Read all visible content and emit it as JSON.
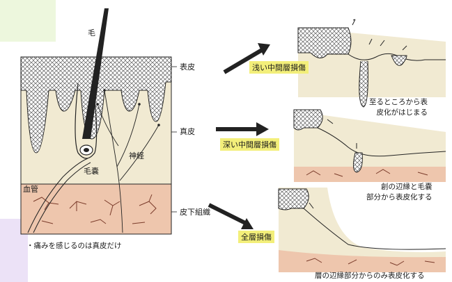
{
  "labels": {
    "hair": "毛",
    "epidermis": "表皮",
    "dermis": "真皮",
    "nerve": "神経",
    "follicle": "毛嚢",
    "vessel": "血管",
    "subcutis": "皮下組織"
  },
  "depths": {
    "shallow": "浅い中間層損傷",
    "deep": "深い中間層損傷",
    "full": "全層損傷"
  },
  "notes": {
    "shallow_1": "至るところから表",
    "shallow_2": "皮化がはじまる",
    "deep_1": "創の辺縁と毛嚢",
    "deep_2": "部分から表皮化する",
    "full_1": "層の辺縁部分からのみ表皮化する"
  },
  "footnote": "・痛みを感じるのは真皮だけ",
  "colors": {
    "dermis": "#f1ead2",
    "fat": "#eec6ad",
    "highlight": "#f3ef7a",
    "ink": "#1a1a1a",
    "left_tint": "#e6f3cf",
    "lavender": "#ece2f7"
  }
}
